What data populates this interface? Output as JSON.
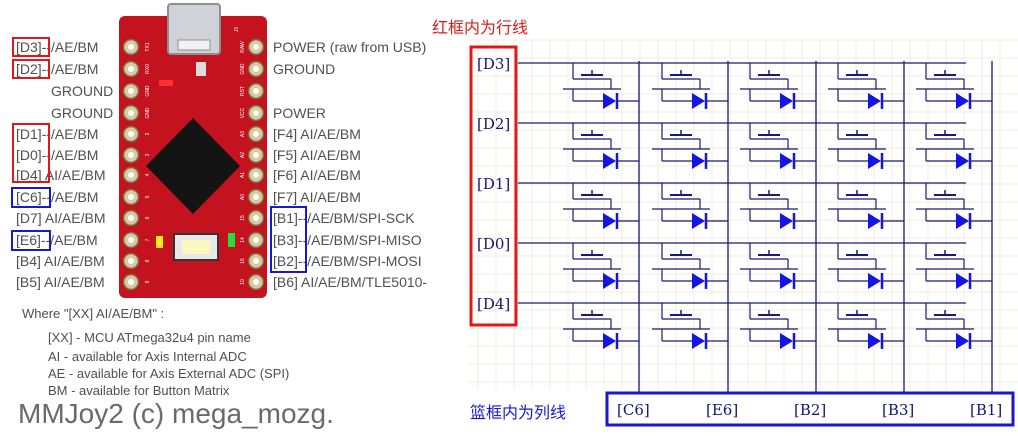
{
  "left_pins": [
    {
      "pin": "[D3]",
      "rest": "--/AE/BM"
    },
    {
      "pin": "[D2]",
      "rest": "--/AE/BM"
    },
    {
      "pin": "",
      "rest": "GROUND"
    },
    {
      "pin": "",
      "rest": "GROUND"
    },
    {
      "pin": "[D1]",
      "rest": "--/AE/BM"
    },
    {
      "pin": "[D0]",
      "rest": "--/AE/BM"
    },
    {
      "pin": "[D4]",
      "rest": "AI/AE/BM"
    },
    {
      "pin": "[C6]",
      "rest": "--/AE/BM"
    },
    {
      "pin": "[D7]",
      "rest": "AI/AE/BM"
    },
    {
      "pin": "[E6]",
      "rest": "--/AE/BM"
    },
    {
      "pin": "[B4]",
      "rest": "AI/AE/BM"
    },
    {
      "pin": "[B5]",
      "rest": "AI/AE/BM"
    }
  ],
  "right_pins": [
    {
      "pin": "",
      "rest": "POWER (raw from USB)"
    },
    {
      "pin": "",
      "rest": "GROUND"
    },
    {
      "pin": "",
      "rest": ""
    },
    {
      "pin": "",
      "rest": "POWER"
    },
    {
      "pin": "[F4]",
      "rest": "AI/AE/BM"
    },
    {
      "pin": "[F5]",
      "rest": "AI/AE/BM"
    },
    {
      "pin": "[F6]",
      "rest": "AI/AE/BM"
    },
    {
      "pin": "[F7]",
      "rest": "AI/AE/BM"
    },
    {
      "pin": "[B1]",
      "rest": "--/AE/BM/SPI-SCK"
    },
    {
      "pin": "[B3]",
      "rest": "--/AE/BM/SPI-MISO"
    },
    {
      "pin": "[B2]",
      "rest": "--/AE/BM/SPI-MOSI"
    },
    {
      "pin": "[B6]",
      "rest": "AI/AE/BM/TLE5010-"
    }
  ],
  "board_silk_left": [
    "TX1",
    "RX0",
    "GND",
    "GND",
    "2",
    "3",
    "4",
    "5",
    "6",
    "7",
    "8",
    "9"
  ],
  "board_silk_right": [
    "RAW",
    "GND",
    "RST",
    "VCC",
    "A3",
    "A2",
    "A1",
    "A0",
    "15",
    "14",
    "16",
    "10"
  ],
  "board_silk_top": "J1",
  "legend": {
    "heading": "Where \"[XX] AI/AE/BM\" :",
    "lines": [
      "[XX] - MCU ATmega32u4 pin name",
      "AI - available for Axis Internal ADC",
      "AE - available for Axis External ADC (SPI)",
      "BM - available for Button Matrix"
    ]
  },
  "footer": "MMJoy2 (c) mega_mozg.",
  "matrix": {
    "row_caption": "红框内为行线",
    "col_caption": "篮框内为列线",
    "rows": [
      "[D3]",
      "[D2]",
      "[D1]",
      "[D0]",
      "[D4]"
    ],
    "cols": [
      "[C6]",
      "[E6]",
      "[B2]",
      "[B3]",
      "[B1]"
    ]
  },
  "colors": {
    "board": "#c4121e",
    "red_box": "#e01818",
    "blue_box": "#1818d0",
    "wire": "#1a1a6e",
    "diode": "#1414e6",
    "grid": "#f0ece0"
  }
}
